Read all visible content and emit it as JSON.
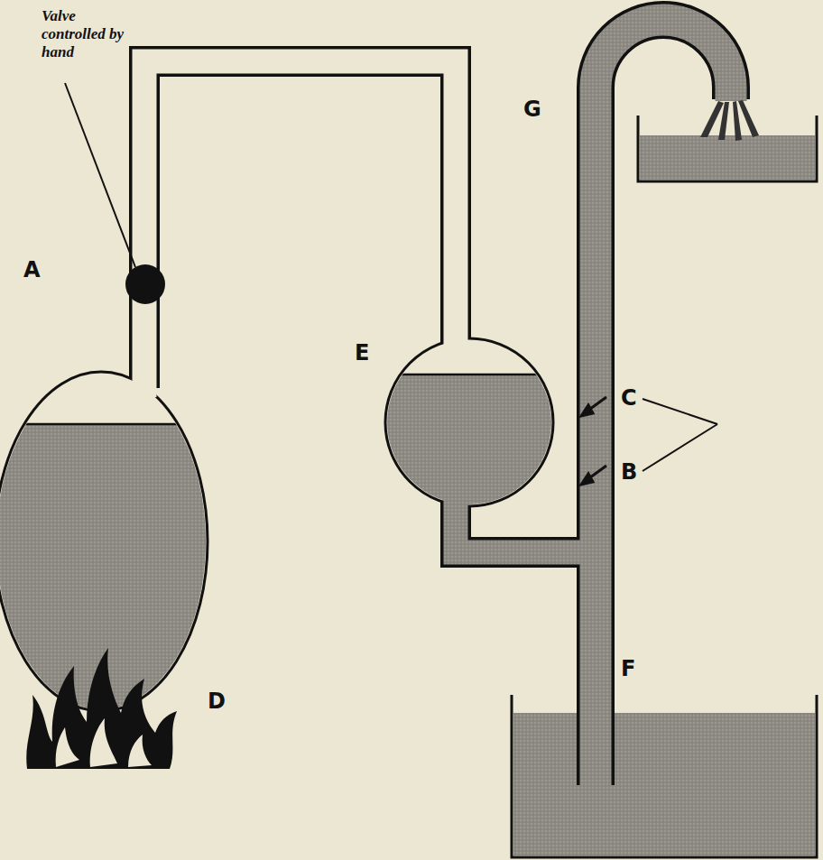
{
  "diagram": {
    "labels": [
      "Valve controlled by hand",
      "A",
      "E",
      "G",
      "C",
      "B",
      "D",
      "F"
    ]
  }
}
